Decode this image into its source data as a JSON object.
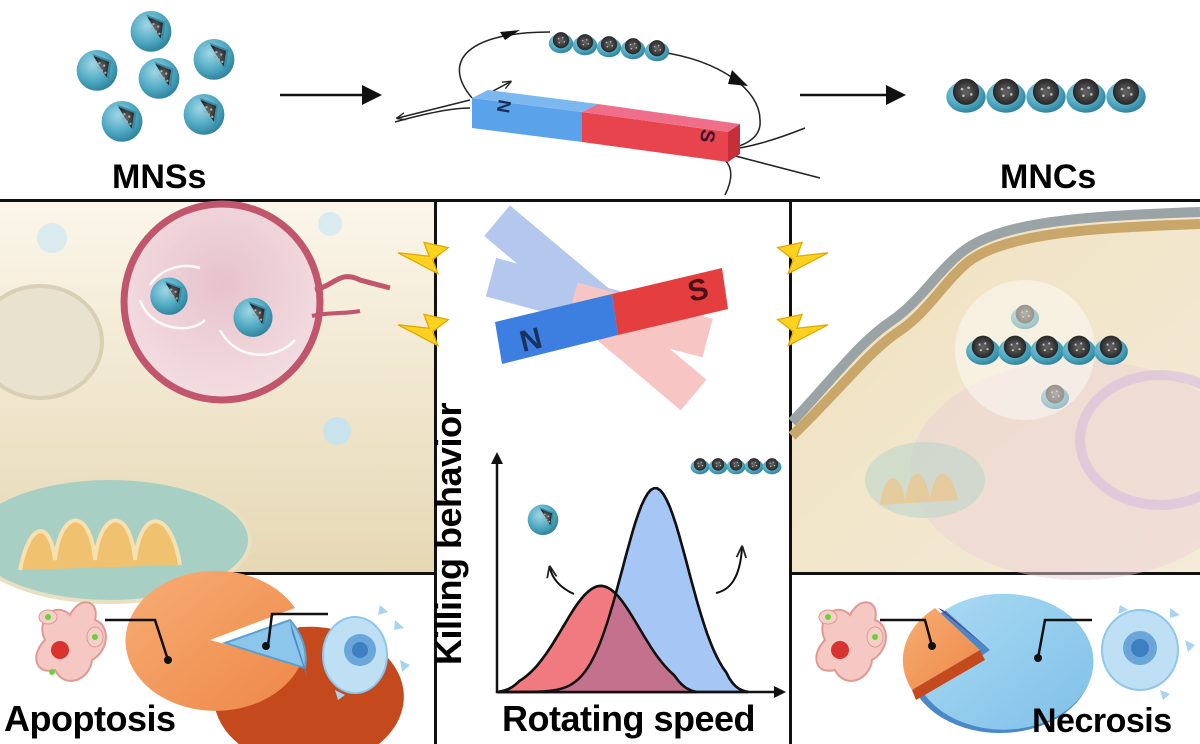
{
  "figure": {
    "top_row": {
      "left_label": "MNSs",
      "right_label": "MNCs",
      "magnet_north": "N",
      "magnet_south": "S"
    },
    "center_panel": {
      "rotating_magnet_north": "N",
      "rotating_magnet_south": "S"
    },
    "left_panel": {
      "outcome_label": "Apoptosis",
      "pie": {
        "apoptosis_fraction": 0.88,
        "necrosis_fraction": 0.12
      }
    },
    "right_panel": {
      "outcome_label": "Necrosis",
      "pie": {
        "apoptosis_fraction": 0.15,
        "necrosis_fraction": 0.85
      }
    },
    "colors": {
      "nanoparticle_shell": "#4fa9c2",
      "nanoparticle_core": "#333333",
      "magnet_north": "#4a8ef0",
      "magnet_south": "#e8444d",
      "apoptosis": "#f29a5b",
      "necrosis": "#8cc6ea",
      "lightning": "#ffd21f",
      "cell_bg": "#ede2c6"
    }
  },
  "chart_data": {
    "type": "area",
    "title": "",
    "xlabel": "Rotating speed",
    "ylabel": "Killing behavior",
    "x_ticks": [],
    "y_ticks": [],
    "xlim": [
      0,
      1
    ],
    "ylim": [
      0,
      1
    ],
    "grid": false,
    "legend": "none",
    "series": [
      {
        "name": "MNSs",
        "color": "#f07a80",
        "peak_x": 0.38,
        "peak_y": 0.52,
        "width": 0.14,
        "x_start": 0.0,
        "x_end": 0.73
      },
      {
        "name": "MNCs",
        "color": "#a6c6f5",
        "peak_x": 0.58,
        "peak_y": 1.0,
        "width": 0.12,
        "x_start": 0.0,
        "x_end": 0.92
      }
    ],
    "overlap_color": "#c4718e"
  }
}
